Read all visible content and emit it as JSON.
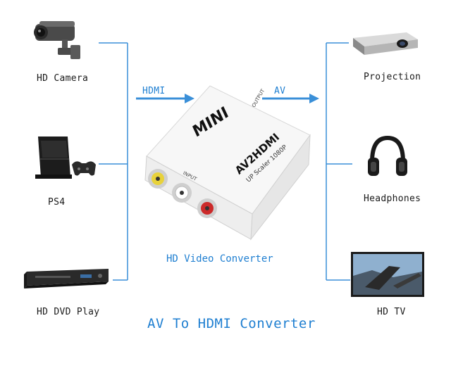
{
  "inputs": {
    "camera_label": "HD Camera",
    "ps4_label": "PS4",
    "dvd_label": "HD DVD Play"
  },
  "outputs": {
    "projection_label": "Projection",
    "headphones_label": "Headphones",
    "tv_label": "HD TV"
  },
  "arrows": {
    "left_label": "HDMI",
    "right_label": "AV"
  },
  "converter": {
    "top_text": "MINI",
    "model": "AV2HDMI",
    "spec": "UP Scaler 1080P",
    "output_port": "OUTPUT",
    "input_port": "INPUT",
    "caption": "HD Video Converter"
  },
  "title": "AV To HDMI Converter",
  "colors": {
    "accent": "#1f7fd1",
    "wire": "#3a8fd8"
  }
}
